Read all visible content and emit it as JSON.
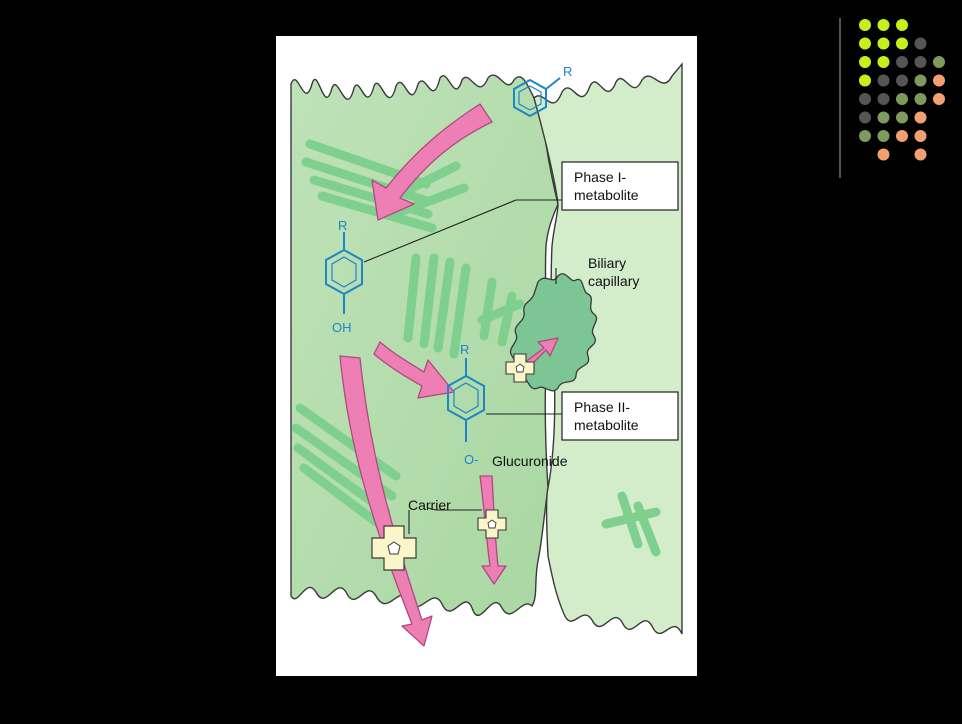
{
  "colors": {
    "background": "#000000",
    "panel": "#ffffff",
    "cell_fill": "#b7dfb0",
    "cell_fill_light": "#d3ecca",
    "cell_outline": "#3a3a3a",
    "organelle": "#7fcf8e",
    "arrow_fill": "#ee7fb5",
    "arrow_stroke": "#b0497f",
    "chemical": "#1b86c8",
    "carrier_fill": "#fbf6c9",
    "capillary": "#7cc594",
    "dot_lime": "#c6f01c",
    "dot_gray": "#555555",
    "dot_olive": "#7f9a5d",
    "dot_orange": "#f3a071"
  },
  "diagram": {
    "labels": {
      "phase1": [
        "Phase I-",
        "metabolite"
      ],
      "phase2": [
        "Phase II-",
        "metabolite"
      ],
      "biliary": [
        "Biliary",
        "capillary"
      ],
      "carrier": "Carrier",
      "glucuronide": "Glucuronide"
    },
    "chemistry": {
      "substituent": "R",
      "hydroxyl": "OH",
      "ether_link": "O-"
    }
  }
}
